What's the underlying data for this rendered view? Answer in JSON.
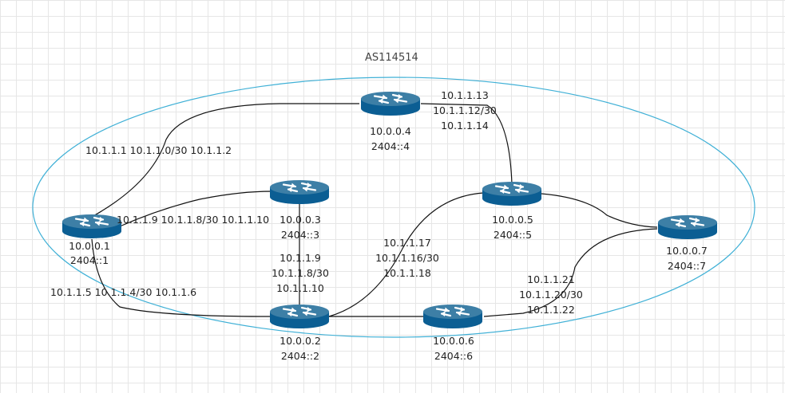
{
  "as_label": "AS114514",
  "colors": {
    "as_boundary": "#3fb0d6",
    "router_top": "#3d7fa6",
    "router_body": "#0b5e93",
    "link": "#111111"
  },
  "routers": {
    "r1": {
      "addr": "10.0.0.1",
      "v6": "2404::1"
    },
    "r2": {
      "addr": "10.0.0.2",
      "v6": "2404::2"
    },
    "r3": {
      "addr": "10.0.0.3",
      "v6": "2404::3"
    },
    "r4": {
      "addr": "10.0.0.4",
      "v6": "2404::4"
    },
    "r5": {
      "addr": "10.0.0.5",
      "v6": "2404::5"
    },
    "r6": {
      "addr": "10.0.0.6",
      "v6": "2404::6"
    },
    "r7": {
      "addr": "10.0.0.7",
      "v6": "2404::7"
    }
  },
  "links": {
    "r1_r4": "10.1.1.1 10.1.1.0/30 10.1.1.2",
    "r1_r3": "10.1.1.9 10.1.1.8/30 10.1.1.10",
    "r1_r2": "10.1.1.5 10.1.1.4/30 10.1.1.6",
    "r3_r2": [
      "10.1.1.9",
      "10.1.1.8/30",
      "10.1.1.10"
    ],
    "r4_r5": [
      "10.1.1.13",
      "10.1.1.12/30",
      "10.1.1.14"
    ],
    "r2_r5": [
      "10.1.1.17",
      "10.1.1.16/30",
      "10.1.1.18"
    ],
    "r6_r7": [
      "10.1.1.21",
      "10.1.1.20/30",
      "10.1.1.22"
    ]
  }
}
